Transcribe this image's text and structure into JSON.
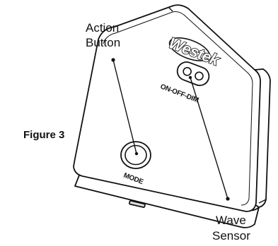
{
  "figure_label": "Figure 3",
  "callouts": {
    "action_button": {
      "line1": "Action",
      "line2": "Button"
    },
    "wave_sensor": {
      "line1": "Wave",
      "line2": "Sensor"
    }
  },
  "device": {
    "brand": "Westek",
    "sensor_label": "ON-OFF-DIM",
    "button_label": "MODE"
  }
}
